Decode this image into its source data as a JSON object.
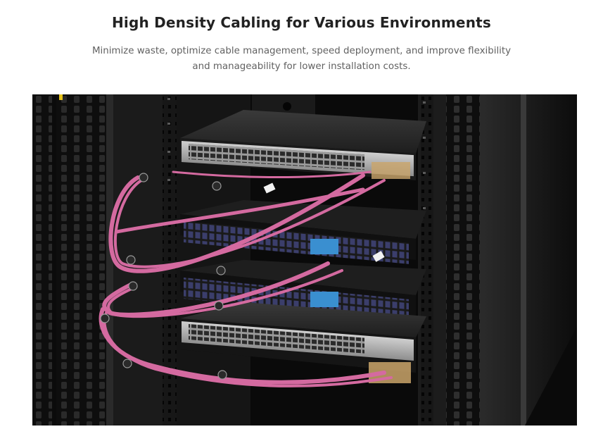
{
  "header": {
    "title": "High Density Cabling for Various Environments",
    "subtitle": "Minimize waste, optimize cable management, speed deployment, and improve flexibility and manageability for lower installation costs."
  },
  "photo": {
    "subject": "network rack cabling",
    "colors": {
      "rack": "#141414",
      "cable": "#d46aa0",
      "adapter": "#3a8fd0",
      "background": "#ffffff"
    }
  }
}
